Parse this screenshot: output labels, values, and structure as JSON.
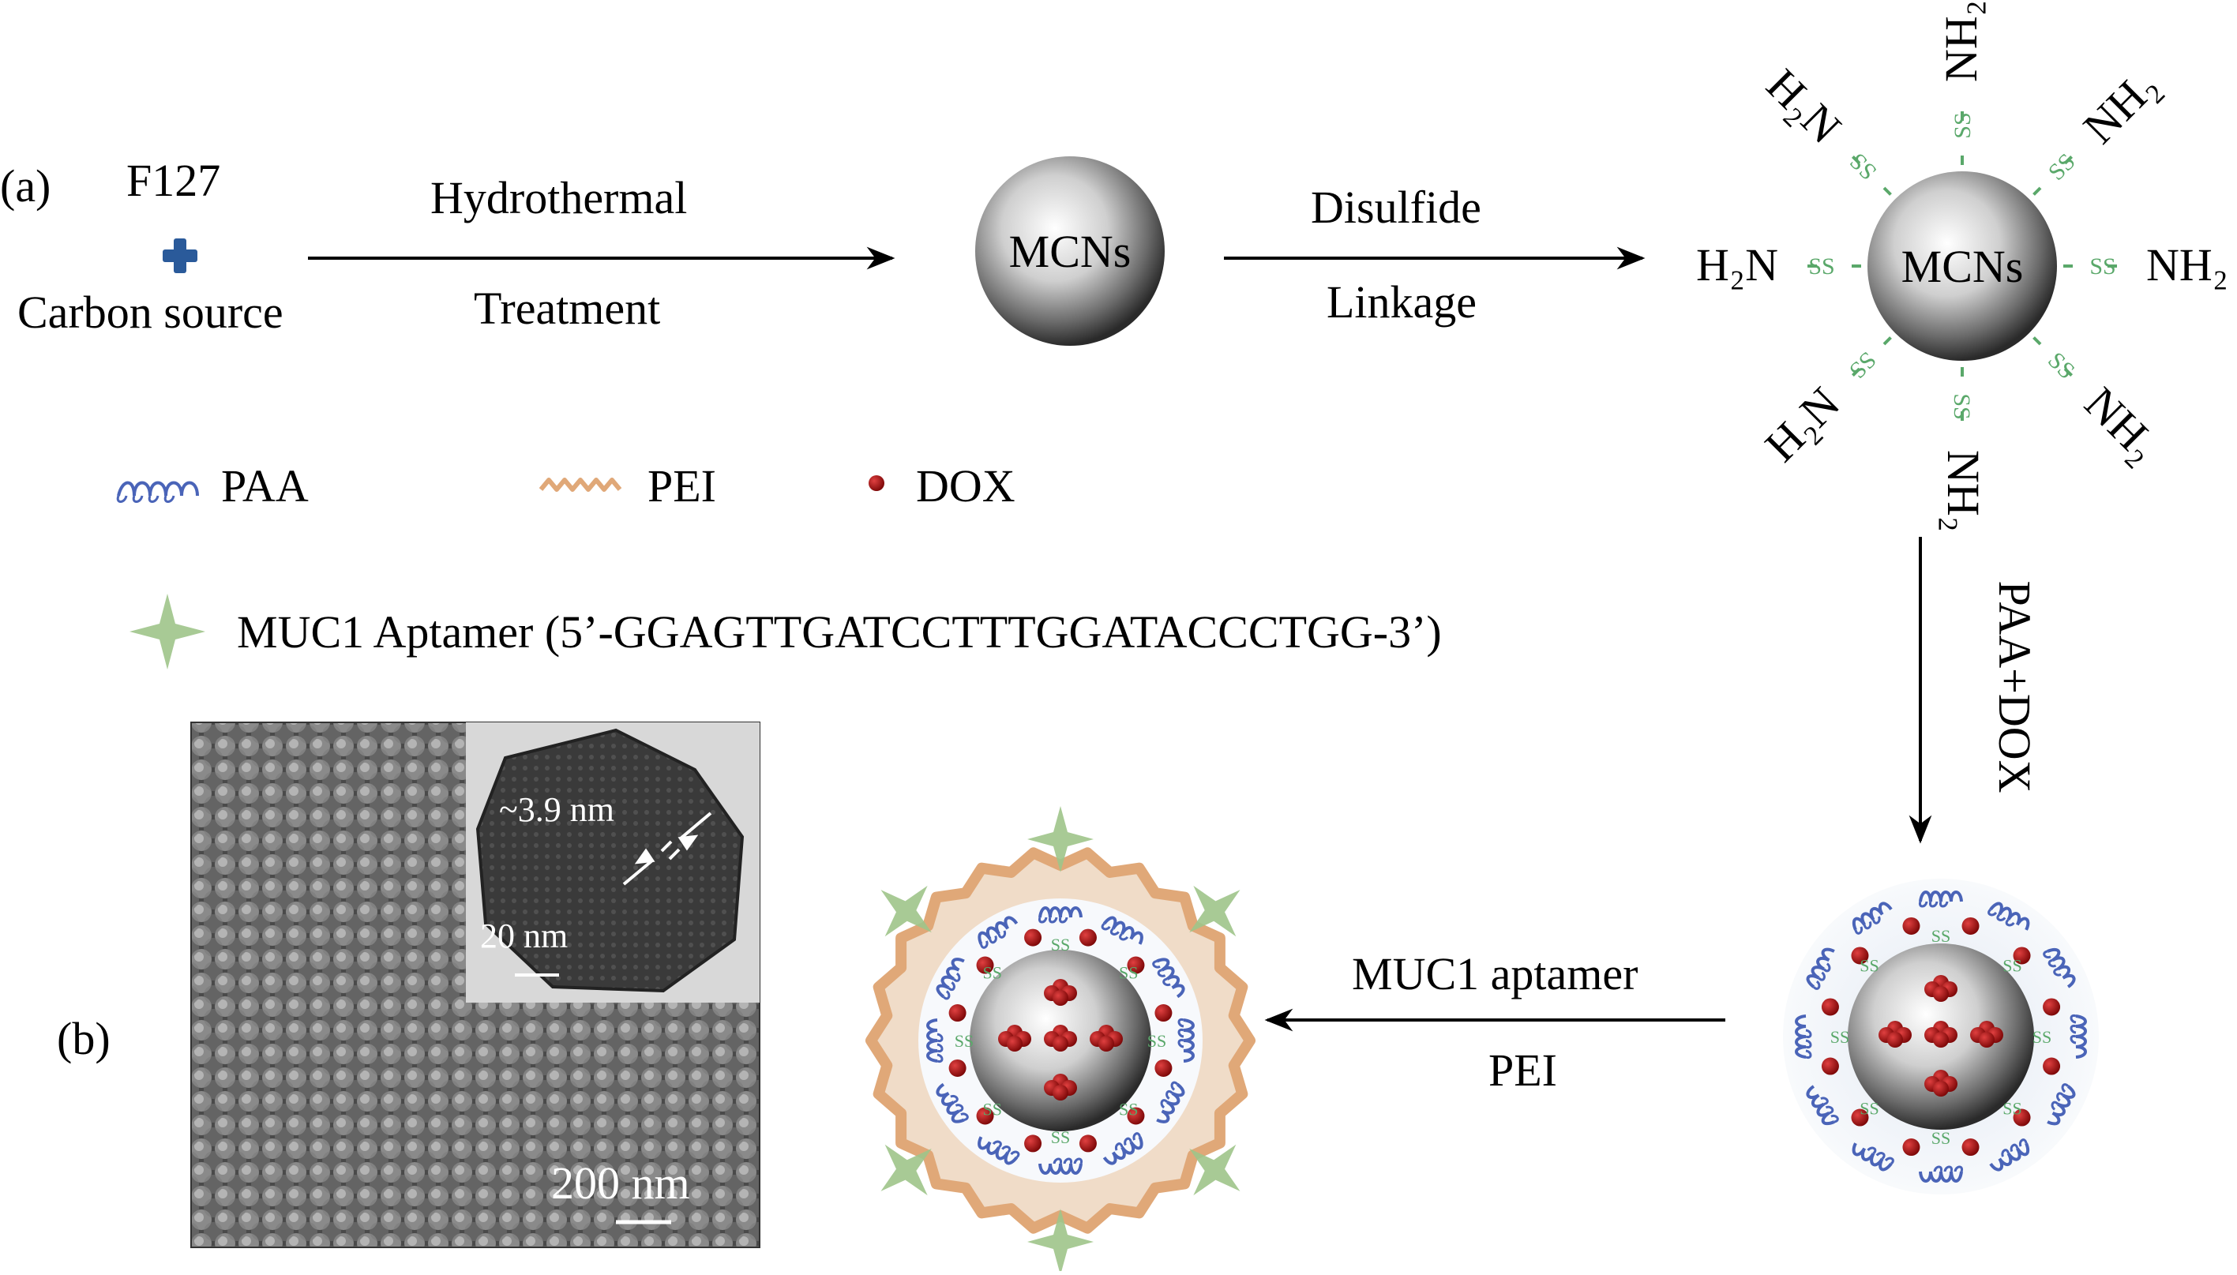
{
  "panel_a_label": "(a)",
  "panel_b_label": "(b)",
  "step1": {
    "reagent_top": "F127",
    "reagent_bottom": "Carbon source",
    "arrow_top": "Hydrothermal",
    "arrow_bottom": "Treatment"
  },
  "particle_label": "MCNs",
  "step2": {
    "arrow_top": "Disulfide",
    "arrow_bottom": "Linkage"
  },
  "functionalized": {
    "core_label": "MCNs",
    "amine_left": "H₂N",
    "amine_right": "NH₂",
    "linker": "SS"
  },
  "step3": {
    "arrow_label": "PAA+DOX"
  },
  "step4": {
    "arrow_top": "MUC1 aptamer",
    "arrow_bottom": "PEI"
  },
  "legend": {
    "paa": "PAA",
    "pei": "PEI",
    "dox": "DOX",
    "aptamer": "MUC1 Aptamer (5’-GGAGTTGATCCTTTGGATACCCTGG-3’)"
  },
  "sem": {
    "scale_main": "200 nm",
    "inset_pore": "~3.9 nm",
    "inset_scale": "20 nm"
  },
  "colors": {
    "linker_green": "#5aa86a",
    "paa_blue": "#4a64b8",
    "pei_orange": "#e0a878",
    "dox_red": "#a01010",
    "aptamer_green": "#9ec48a",
    "cross_blue": "#2a5a9a"
  }
}
